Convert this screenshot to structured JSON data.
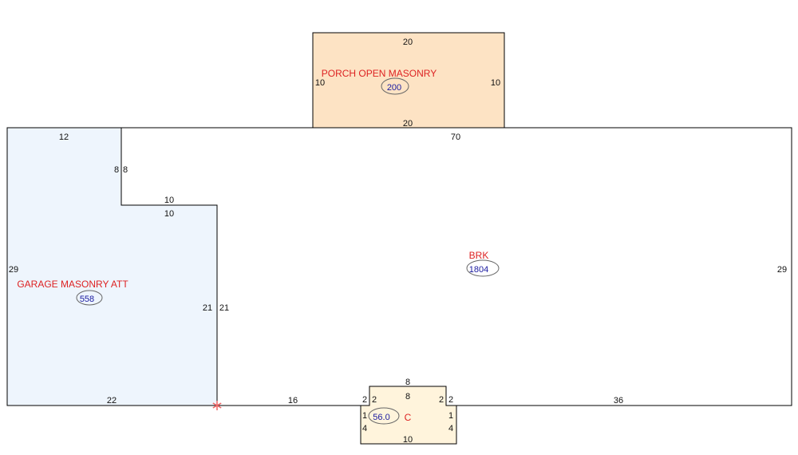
{
  "colors": {
    "outline": "#000000",
    "label": "#dd2222",
    "area_text": "#1a1aa0",
    "area_ellipse": "#666666",
    "porch_fill": "#fde3c4",
    "garage_fill": "#eef5fd",
    "stoop_fill": "#fff4dc",
    "marker": "#ee6666"
  },
  "porch": {
    "label": "PORCH OPEN MASONRY",
    "area": "200",
    "dims": {
      "top": "20",
      "bottom": "20",
      "left": "10",
      "right": "10"
    }
  },
  "main": {
    "label": "BRK",
    "area": "1804",
    "dims": {
      "top": "70",
      "right": "29",
      "bottom_left": "16",
      "bottom_right": "36",
      "step_top_a": "10",
      "step_a": "8",
      "step_b": "21"
    }
  },
  "garage": {
    "label": "GARAGE MASONRY ATT",
    "area": "558",
    "dims": {
      "top": "12",
      "left": "29",
      "bottom": "22",
      "step_top_b": "10",
      "step_a": "8",
      "step_b": "21"
    }
  },
  "stoop": {
    "label": "C",
    "area": "56.0",
    "dims": {
      "top_outer": "8",
      "top_inner": "8",
      "notch_left_out": "2",
      "notch_left_in": "2",
      "notch_right_in": "2",
      "notch_right_out": "2",
      "side_left_a": "1",
      "side_left_b": "4",
      "side_right_a": "1",
      "side_right_b": "4",
      "bottom": "10"
    }
  },
  "marker_icon": "asterisk"
}
